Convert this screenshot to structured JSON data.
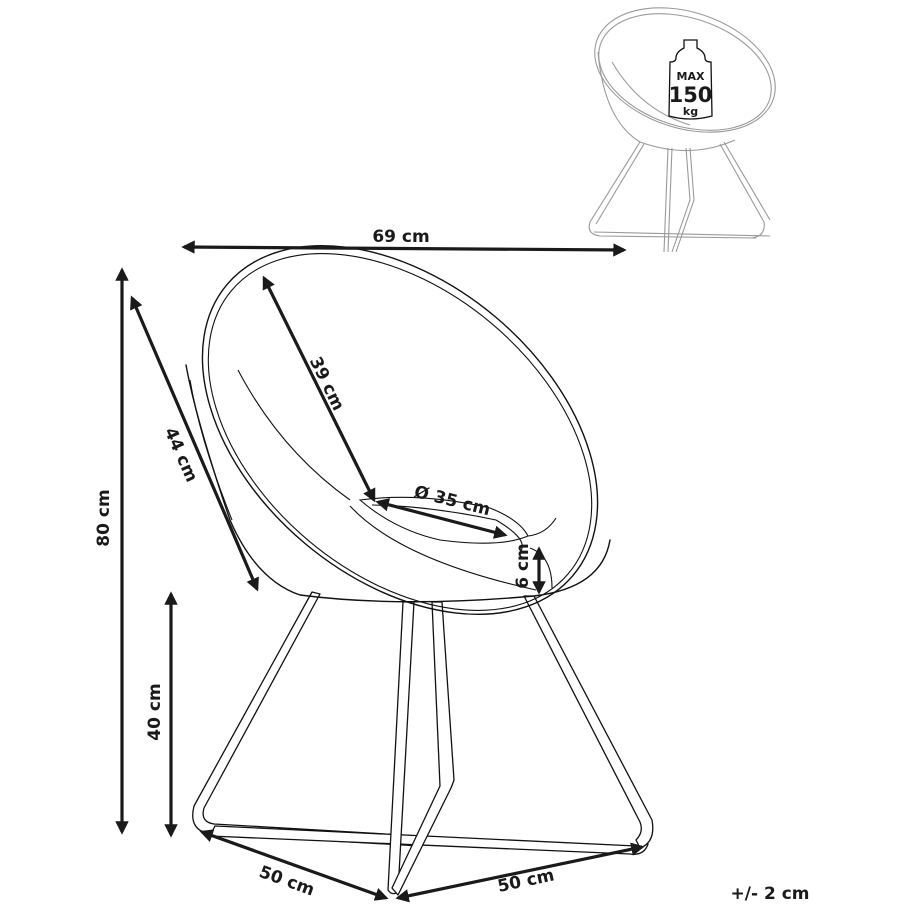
{
  "diagram": {
    "subject": "Round velvet accent chair with metal cross-base legs",
    "dimensions": {
      "overall_width": "69 cm",
      "overall_height": "80 cm",
      "backrest_diagonal": "44 cm",
      "backrest_inner": "39 cm",
      "seat_diameter": "Ø 35 cm",
      "cushion_thickness": "6 cm",
      "seat_height": "40 cm",
      "base_left_side": "50 cm",
      "base_right_side": "50 cm"
    },
    "tolerance": "+/- 2 cm",
    "load_badge": {
      "line1": "MAX",
      "line2": "150",
      "line3": "kg"
    },
    "colors": {
      "line": "#111111",
      "ghost_line": "#9a9a9a",
      "background": "#ffffff"
    }
  }
}
